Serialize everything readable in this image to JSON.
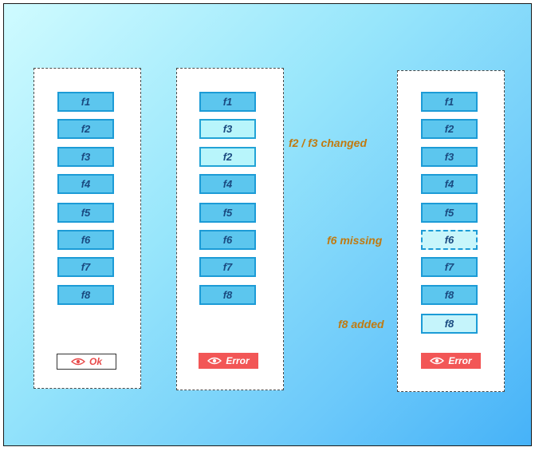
{
  "columns": [
    {
      "fields": [
        "f1",
        "f2",
        "f3",
        "f4",
        "f5",
        "f6",
        "f7",
        "f8"
      ],
      "status": {
        "label": "Ok",
        "icon": "eye-icon"
      }
    },
    {
      "fields": [
        "f1",
        "f3",
        "f2",
        "f4",
        "f5",
        "f6",
        "f7",
        "f8"
      ],
      "status": {
        "label": "Error",
        "icon": "eye-icon"
      }
    },
    {
      "fields": [
        "f1",
        "f2",
        "f3",
        "f4",
        "f5",
        "f6",
        "f7",
        "f8",
        "f8"
      ],
      "status": {
        "label": "Error",
        "icon": "eye-icon"
      }
    }
  ],
  "annotations": {
    "changed": "f2 / f3 changed",
    "missing": "f6 missing",
    "added": "f8 added"
  },
  "colors": {
    "field_fill": "#5cc6ee",
    "field_border": "#1c9bd6",
    "highlight_fill": "#b8f5fb",
    "note_text": "#c07a10",
    "ok_text": "#e84a4a",
    "error_fill": "#f25656"
  }
}
